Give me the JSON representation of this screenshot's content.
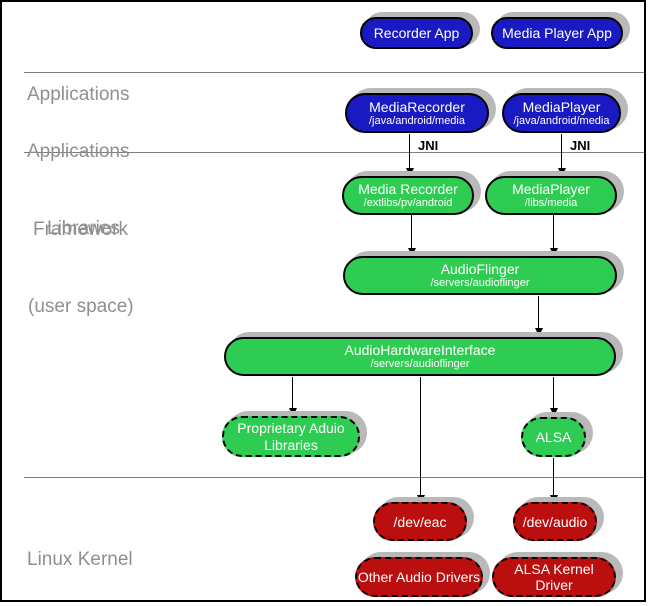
{
  "layers": {
    "applications": {
      "line1": "Applications"
    },
    "framework": {
      "line1": "Applications",
      "line2": "Framework"
    },
    "libraries": {
      "line1": "Libraries",
      "line2": "(user space)"
    },
    "kernel": {
      "line1": "Linux Kernel"
    }
  },
  "nodes": {
    "recorder_app": {
      "title": "Recorder App"
    },
    "media_player_app": {
      "title": "Media Player App"
    },
    "media_recorder_fw": {
      "title": "MediaRecorder",
      "path": "/java/android/media"
    },
    "media_player_fw": {
      "title": "MediaPlayer",
      "path": "/java/android/media"
    },
    "media_recorder_lib": {
      "title": "Media Recorder",
      "path": "/extlibs/pv/android"
    },
    "media_player_lib": {
      "title": "MediaPlayer",
      "path": "/libs/media"
    },
    "audio_flinger": {
      "title": "AudioFlinger",
      "path": "/servers/audioflinger"
    },
    "audio_hardware_interface": {
      "title": "AudioHardwareInterface",
      "path": "/servers/audioflinger"
    },
    "proprietary_audio_libraries": {
      "line1": "Proprietary Aduio",
      "line2": "Libraries"
    },
    "alsa": {
      "title": "ALSA"
    },
    "dev_eac": {
      "title": "/dev/eac"
    },
    "dev_audio": {
      "title": "/dev/audio"
    },
    "other_audio_drivers": {
      "title": "Other Audio Drivers"
    },
    "alsa_kernel_driver": {
      "title": "ALSA Kernel Driver"
    }
  },
  "edges": {
    "jni_label": "JNI"
  },
  "colors": {
    "app_blue": "#1a1ac2",
    "lib_green": "#2ecc52",
    "kernel_red": "#bb0e0e",
    "shadow_gray": "#b9b9b9",
    "label_gray": "#8f8f8f"
  }
}
